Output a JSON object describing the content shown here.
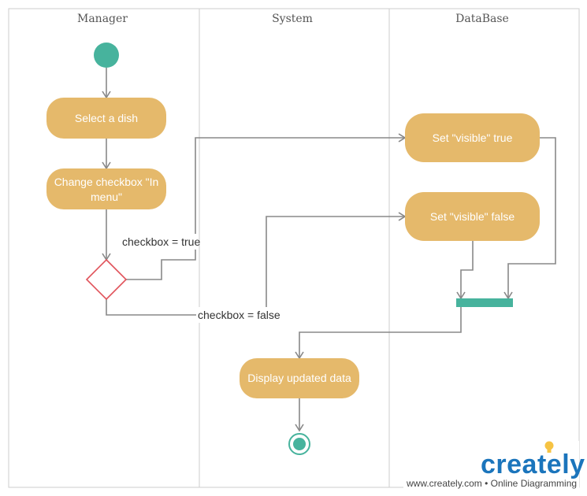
{
  "swimlanes": [
    {
      "title": "Manager"
    },
    {
      "title": "System"
    },
    {
      "title": "DataBase"
    }
  ],
  "nodes": {
    "select_dish": {
      "label": "Select a dish"
    },
    "change_checkbox": {
      "label_line1": "Change checkbox \"In",
      "label_line2": "menu\""
    },
    "set_visible_true": {
      "label": "Set \"visible\" true"
    },
    "set_visible_false": {
      "label": "Set \"visible\" false"
    },
    "display_updated": {
      "label": "Display updated data"
    }
  },
  "guards": {
    "checkbox_true": "checkbox = true",
    "checkbox_false": "checkbox = false"
  },
  "colors": {
    "action_fill": "#e5b96b",
    "start_fill": "#47b39d",
    "decision_stroke": "#e0525a",
    "join_bar": "#47b39d",
    "connector": "#888888",
    "lane_border": "#cccccc"
  },
  "watermark": {
    "brand": "creately",
    "caption": "www.creately.com • Online Diagramming"
  }
}
